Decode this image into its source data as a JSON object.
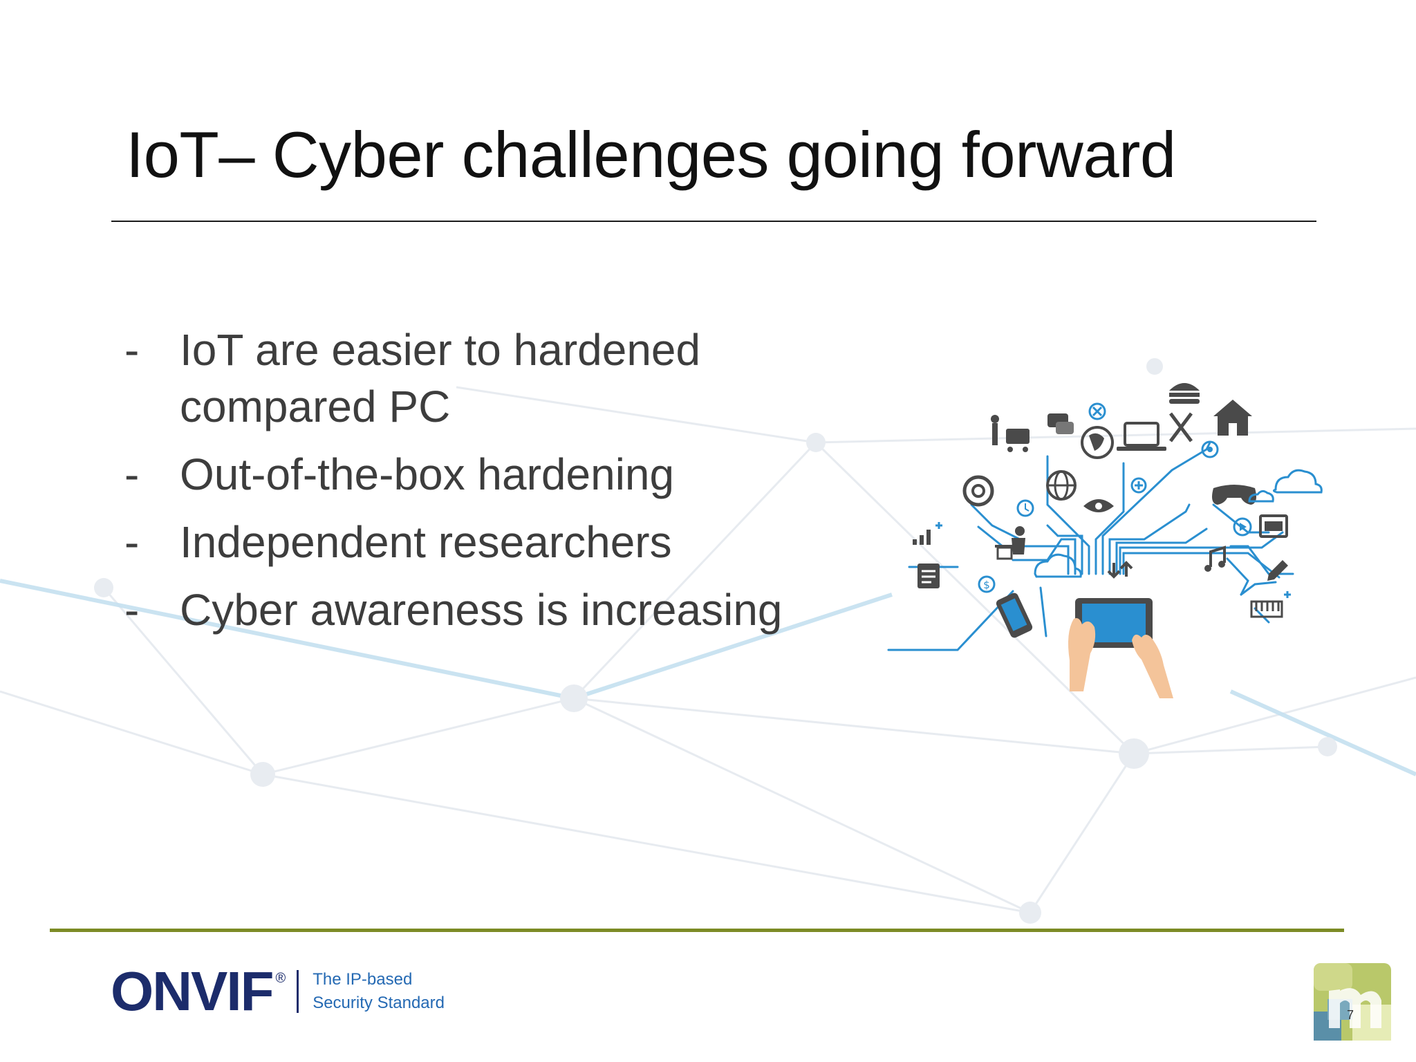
{
  "slide": {
    "title": "IoT– Cyber challenges going forward",
    "bullets": [
      {
        "marker": "-",
        "text": "IoT are easier to hardened compared PC"
      },
      {
        "marker": "-",
        "text": "Out-of-the-box hardening"
      },
      {
        "marker": "-",
        "text": "Independent researchers"
      },
      {
        "marker": "-",
        "text": "Cyber awareness is increasing"
      }
    ],
    "page_number": "7"
  },
  "footer": {
    "logo_text": "ONVIF",
    "logo_registered": "®",
    "tagline_line1": "The IP-based",
    "tagline_line2": "Security Standard"
  },
  "colors": {
    "title_text": "#111111",
    "bullet_text": "#3d3d3d",
    "footer_rule": "#7c8b25",
    "logo_navy": "#1c2c6b",
    "tagline_blue": "#2469b3",
    "network_blue": "#2a8fd0",
    "icon_gray": "#4a4a4a"
  },
  "illustration": {
    "icons": [
      "shopping-cart-icon",
      "chat-icon",
      "globe-icon",
      "laptop-icon",
      "burger-icon",
      "fork-knife-icon",
      "home-icon",
      "at-icon",
      "clock-icon",
      "worldwide-icon",
      "eye-icon",
      "gamepad-icon",
      "cloud-icon",
      "film-icon",
      "play-icon",
      "bar-chart-icon",
      "office-worker-icon",
      "music-note-icon",
      "pencil-icon",
      "document-icon",
      "dollar-icon",
      "upload-download-icon",
      "piano-icon",
      "smartphone-icon",
      "tablet-icon",
      "hands-icon"
    ]
  }
}
